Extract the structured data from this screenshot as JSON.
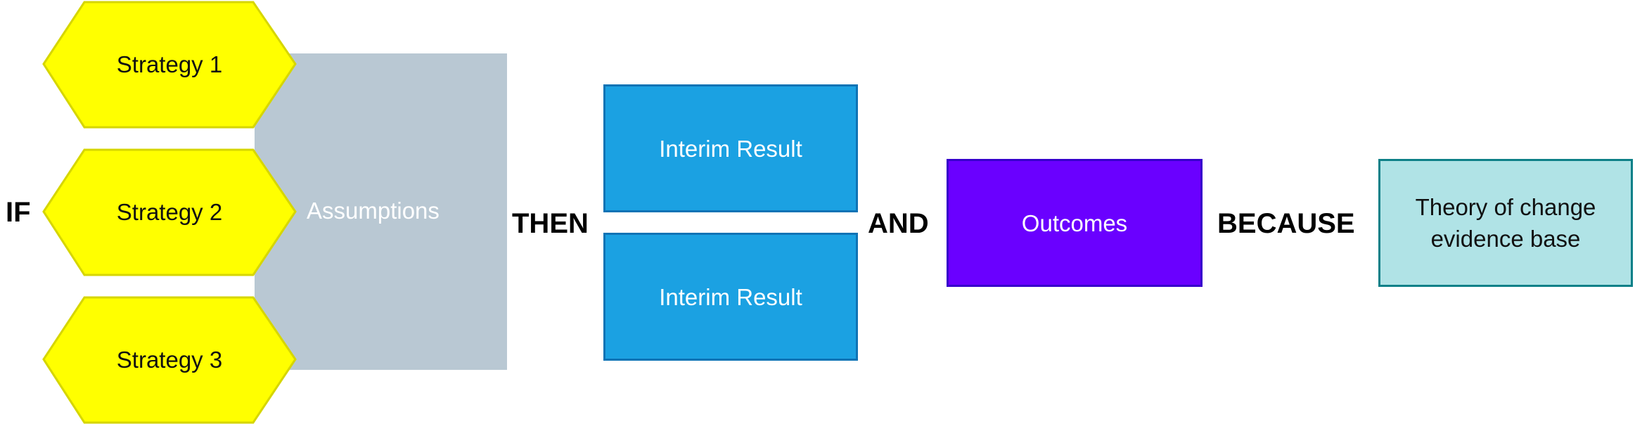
{
  "keywords": {
    "if": "IF",
    "then": "THEN",
    "and": "AND",
    "because": "BECAUSE"
  },
  "strategies": [
    {
      "label": "Strategy 1"
    },
    {
      "label": "Strategy 2"
    },
    {
      "label": "Strategy 3"
    }
  ],
  "assumptions": {
    "label": "Assumptions"
  },
  "interim_results": [
    {
      "label": "Interim Result"
    },
    {
      "label": "Interim Result"
    }
  ],
  "outcomes": {
    "label": "Outcomes"
  },
  "evidence": {
    "line1": "Theory of change",
    "line2": "evidence base"
  },
  "colors": {
    "strategy_fill": "#ffff00",
    "strategy_stroke": "#d6d600",
    "assumptions_fill": "#b9c8d3",
    "interim_fill": "#1ba1e2",
    "outcomes_fill": "#6a00ff",
    "evidence_fill": "#b0e3e6"
  }
}
